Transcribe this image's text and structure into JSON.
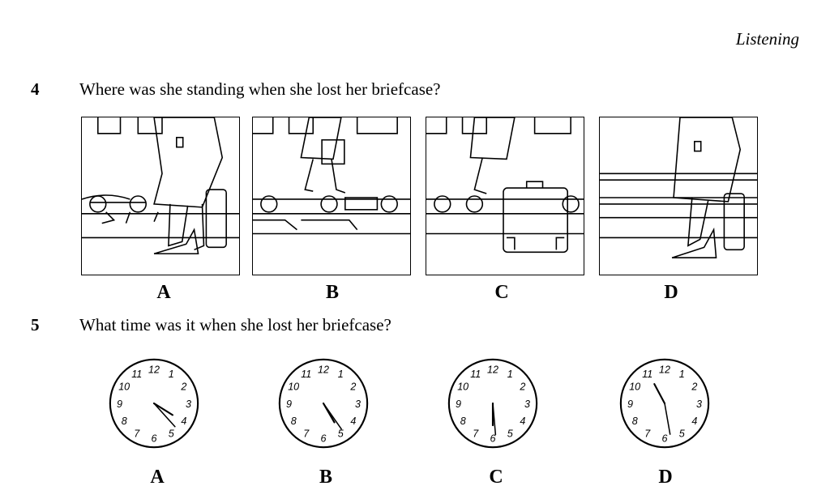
{
  "header": {
    "section": "Listening"
  },
  "q4": {
    "number": "4",
    "text": "Where was she standing when she lost her briefcase?",
    "options": [
      "A",
      "B",
      "C",
      "D"
    ]
  },
  "q5": {
    "number": "5",
    "text": "What time was it when she lost her briefcase?",
    "options": [
      "A",
      "B",
      "C",
      "D"
    ],
    "clocks": [
      {
        "hour_hand_deg": 122,
        "minute_hand_deg": 138
      },
      {
        "hour_hand_deg": 150,
        "minute_hand_deg": 145
      },
      {
        "hour_hand_deg": 180,
        "minute_hand_deg": 175
      },
      {
        "hour_hand_deg": 332,
        "minute_hand_deg": 170
      }
    ],
    "clock_numerals": [
      "12",
      "1",
      "2",
      "3",
      "4",
      "5",
      "6",
      "7",
      "8",
      "9",
      "10",
      "11"
    ]
  }
}
